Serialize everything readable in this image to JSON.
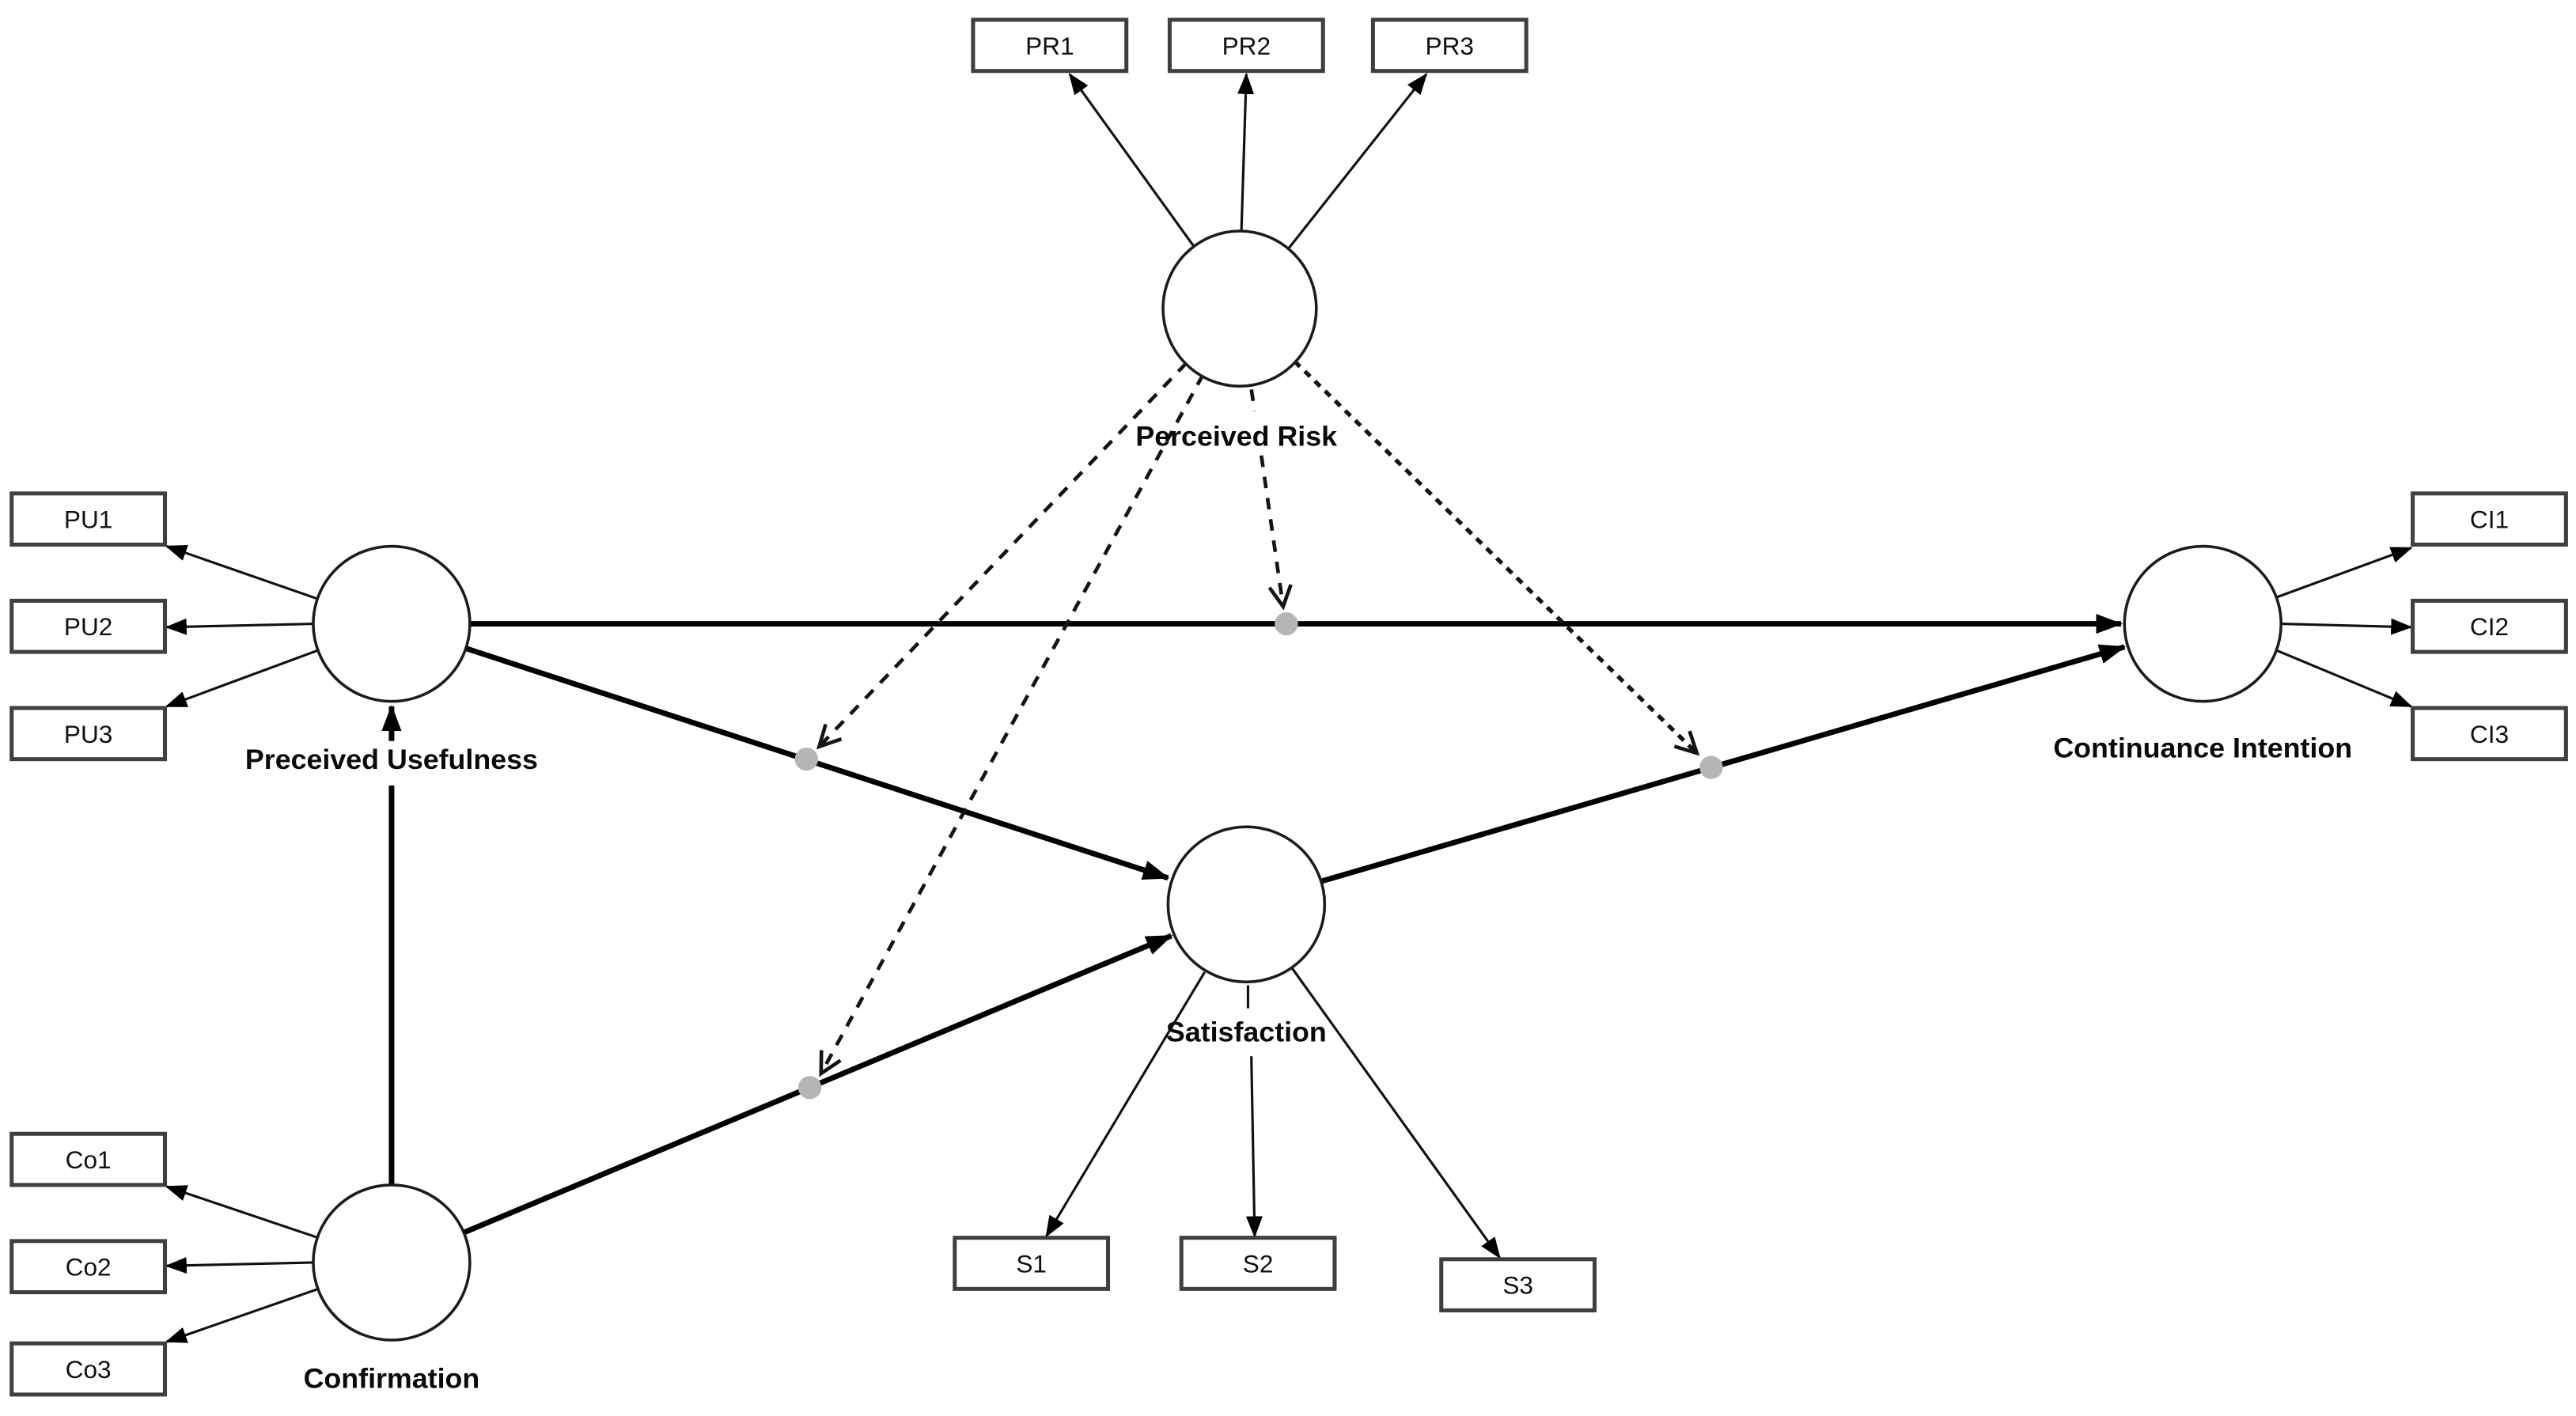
{
  "diagram": {
    "type": "sem-moderation-path-diagram",
    "background_color": "#ffffff",
    "line_color": "#000000",
    "box_border_color": "#3f3f3f",
    "moderation_dot_color": "#b5b5b5",
    "latents": {
      "perceived_risk": {
        "label": "Perceived Risk",
        "indicators": [
          "PR1",
          "PR2",
          "PR3"
        ]
      },
      "preceived_usefulness": {
        "label": "Preceived Usefulness",
        "indicators": [
          "PU1",
          "PU2",
          "PU3"
        ]
      },
      "continuance_intention": {
        "label": "Continuance Intention",
        "indicators": [
          "CI1",
          "CI2",
          "CI3"
        ]
      },
      "satisfaction": {
        "label": "Satisfaction",
        "indicators": [
          "S1",
          "S2",
          "S3"
        ]
      },
      "confirmation": {
        "label": "Confirmation",
        "indicators": [
          "Co1",
          "Co2",
          "Co3"
        ]
      }
    },
    "structural_paths": [
      {
        "from": "Confirmation",
        "to": "Preceived Usefulness",
        "style": "solid-arrow"
      },
      {
        "from": "Preceived Usefulness",
        "to": "Continuance Intention",
        "style": "solid-arrow"
      },
      {
        "from": "Preceived Usefulness",
        "to": "Satisfaction",
        "style": "solid-arrow"
      },
      {
        "from": "Confirmation",
        "to": "Satisfaction",
        "style": "solid-arrow"
      },
      {
        "from": "Satisfaction",
        "to": "Continuance Intention",
        "style": "solid-arrow"
      }
    ],
    "moderation_paths": [
      {
        "from": "Perceived Risk",
        "moderates": "Preceived Usefulness -> Satisfaction",
        "style": "dashed-open-arrow-to-dot"
      },
      {
        "from": "Perceived Risk",
        "moderates": "Confirmation -> Satisfaction",
        "style": "dashed-open-arrow-to-dot"
      },
      {
        "from": "Perceived Risk",
        "moderates": "Preceived Usefulness -> Continuance Intention",
        "style": "dashed-open-arrow-to-dot"
      },
      {
        "from": "Perceived Risk",
        "moderates": "Satisfaction -> Continuance Intention",
        "style": "dashed-open-arrow-to-dot"
      }
    ]
  },
  "labels": {
    "perceived_risk": "Perceived Risk",
    "preceived_usefulness": "Preceived Usefulness",
    "continuance_intention": "Continuance Intention",
    "satisfaction": "Satisfaction",
    "confirmation": "Confirmation",
    "pr1": "PR1",
    "pr2": "PR2",
    "pr3": "PR3",
    "pu1": "PU1",
    "pu2": "PU2",
    "pu3": "PU3",
    "ci1": "CI1",
    "ci2": "CI2",
    "ci3": "CI3",
    "s1": "S1",
    "s2": "S2",
    "s3": "S3",
    "co1": "Co1",
    "co2": "Co2",
    "co3": "Co3"
  }
}
